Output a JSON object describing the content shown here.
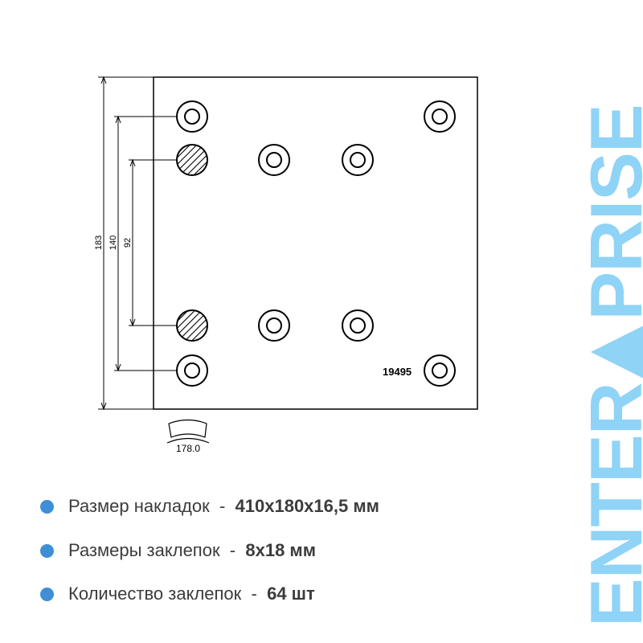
{
  "drawing": {
    "dim_overall": "183",
    "dim_outer_rivets": "140",
    "dim_inner_rivets": "92",
    "arc_label": "178.0",
    "part_number": "19495"
  },
  "specs": [
    {
      "label": "Размер накладок  -  ",
      "value": "410x180x16,5 мм"
    },
    {
      "label": "Размеры заклепок  -  ",
      "value": "8x18 мм"
    },
    {
      "label": "Количество заклепок  -  ",
      "value": "64 шт"
    }
  ],
  "logo": {
    "left": "ENTER",
    "right": "PRISE",
    "text": "ENTERPRISE"
  },
  "colors": {
    "logo": "#8fd3f7",
    "bullet": "#3f8fd6"
  }
}
